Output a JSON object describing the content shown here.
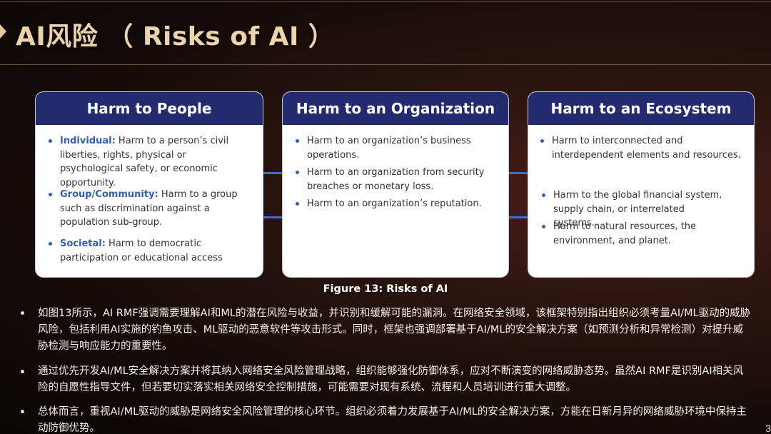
{
  "slide": {
    "title": "AI风险 （ Risks of AI ）",
    "page_number": "3"
  },
  "cards": [
    {
      "title": "Harm to People",
      "items": [
        {
          "term": "Individual:",
          "text": " Harm to a person’s  civil liberties, rights, physical or  psychological safety, or economic opportunity."
        },
        {
          "term": "Group/Community:",
          "text": " Harm to a group  such as discrimination against a population sub-group."
        },
        {
          "term": "Societal:",
          "text": " Harm to democratic participation or educational access"
        }
      ]
    },
    {
      "title": "Harm to an Organization",
      "items": [
        {
          "text": "Harm to an organization’s business operations."
        },
        {
          "text": "Harm to an organization from security breaches or monetary loss."
        },
        {
          "text": "Harm to an organization’s  reputation."
        }
      ]
    },
    {
      "title": "Harm to an Ecosystem",
      "items": [
        {
          "text": "Harm to interconnected and interdependent elements and  resources."
        },
        {
          "text": "Harm to the global financial system, supply chain, or interrelated systems."
        },
        {
          "text": "Harm to natural resources, the environment, and planet."
        }
      ]
    }
  ],
  "caption": "Figure 13: Risks of AI",
  "paragraphs": [
    "如图13所示，AI RMF强调需要理解AI和ML的潜在风险与收益，并识别和缓解可能的漏洞。在网络安全领域，该框架特别指出组织必须考量AI/ML驱动的威胁风险，包括利用AI实施的钓鱼攻击、ML驱动的恶意软件等攻击形式。同时，框架也强调部署基于AI/ML的安全解决方案（如预测分析和异常检测）对提升威胁检测与响应能力的重要性。",
    "通过优先开发AI/ML安全解决方案并将其纳入网络安全风险管理战略，组织能够强化防御体系，应对不断演变的网络威胁态势。虽然AI RMF是识别AI相关风险的自愿性指导文件，但若要切实落实相关网络安全控制措施，可能需要对现有系统、流程和人员培训进行重大调整。",
    "总体而言，重视AI/ML驱动的威胁是网络安全风险管理的核心环节。组织必须着力发展基于AI/ML的安全解决方案，方能在日新月异的网络威胁环境中保持主动防御优势。"
  ],
  "colors": {
    "title": "#ecd3aa",
    "card_header": "#242a6e",
    "accent_blue": "#2f5fb3",
    "connector": "#3f6fc6"
  }
}
